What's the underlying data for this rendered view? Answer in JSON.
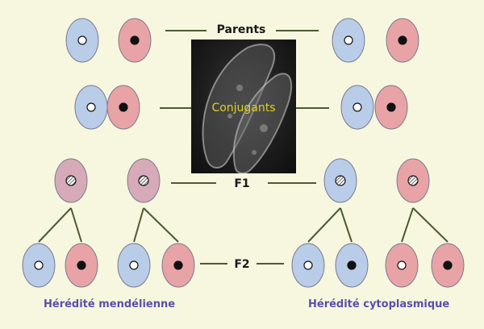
{
  "labels": {
    "parents": "Parents",
    "conjugants": "Conjugants",
    "f1": "F1",
    "f2": "F2",
    "mendelian": "Hérédité mendélienne",
    "cytoplasmic": "Hérédité cytoplasmique"
  },
  "colors": {
    "blue_cell": "#b9cce8",
    "pink_cell": "#e8a3a6",
    "mixed_cell_mendelian": "#d6aab8",
    "cell_outline": "#7a7a90",
    "connector_line": "#4b5a36",
    "heading_text": "#5a4fa8",
    "photo_label": "#e2d21f"
  },
  "icons": {
    "white_nucleus": "open-circle",
    "black_nucleus": "filled-circle",
    "hatched_nucleus": "hatched-circle"
  },
  "rows": {
    "parents": [
      {
        "cell": "blue",
        "nucleus": "white"
      },
      {
        "cell": "pink",
        "nucleus": "black"
      },
      {
        "cell": "blue",
        "nucleus": "white"
      },
      {
        "cell": "pink",
        "nucleus": "black"
      }
    ],
    "conjugants": [
      {
        "cell": "blue",
        "nucleus": "white"
      },
      {
        "cell": "pink",
        "nucleus": "black"
      },
      {
        "cell": "blue",
        "nucleus": "white"
      },
      {
        "cell": "pink",
        "nucleus": "black"
      }
    ],
    "f1": [
      {
        "cell": "mixed",
        "nucleus": "hatched"
      },
      {
        "cell": "mixed",
        "nucleus": "hatched"
      },
      {
        "cell": "blue",
        "nucleus": "hatched"
      },
      {
        "cell": "pink",
        "nucleus": "hatched"
      }
    ],
    "f2": [
      {
        "cell": "blue",
        "nucleus": "white"
      },
      {
        "cell": "pink",
        "nucleus": "black"
      },
      {
        "cell": "blue",
        "nucleus": "white"
      },
      {
        "cell": "pink",
        "nucleus": "black"
      },
      {
        "cell": "blue",
        "nucleus": "white"
      },
      {
        "cell": "blue",
        "nucleus": "black"
      },
      {
        "cell": "pink",
        "nucleus": "white"
      },
      {
        "cell": "pink",
        "nucleus": "black"
      }
    ]
  }
}
